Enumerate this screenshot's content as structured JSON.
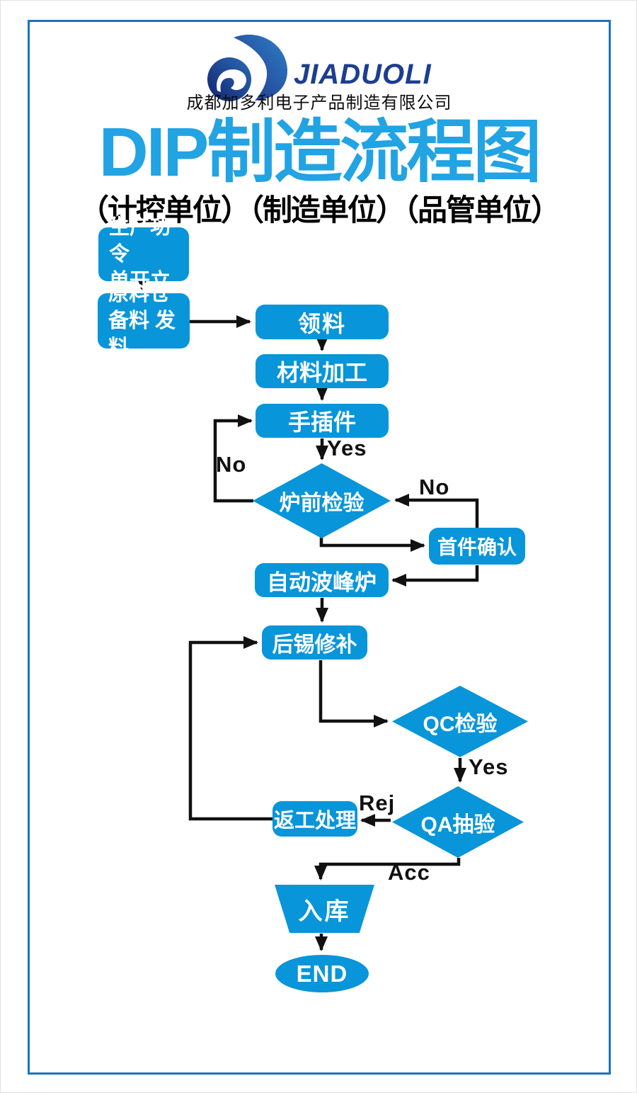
{
  "header": {
    "brand": "JIADUOLI",
    "company": "成都加多利电子产品制造有限公司",
    "title": "DIP制造流程图",
    "subtitle": "（计控单位）（制造单位）（品管单位）"
  },
  "colors": {
    "node_fill": "#0895d9",
    "title_blue": "#22a3e3",
    "frame_blue": "#1a73be",
    "logo_navy": "#1c3e92",
    "connector": "#111111"
  },
  "flowchart": {
    "nodes": [
      {
        "id": "start",
        "shape": "rounded-rect",
        "label": "生产功令\n单开立"
      },
      {
        "id": "material-prep",
        "shape": "rounded-rect",
        "label": "原料仓\n备料 发料"
      },
      {
        "id": "pick-material",
        "shape": "rounded-rect",
        "label": "领料"
      },
      {
        "id": "material-processing",
        "shape": "rounded-rect",
        "label": "材料加工"
      },
      {
        "id": "manual-insertion",
        "shape": "rounded-rect",
        "label": "手插件"
      },
      {
        "id": "pre-furnace-inspection",
        "shape": "diamond",
        "label": "炉前检验"
      },
      {
        "id": "first-article-confirm",
        "shape": "rounded-rect",
        "label": "首件确认"
      },
      {
        "id": "wave-soldering",
        "shape": "rounded-rect",
        "label": "自动波峰炉"
      },
      {
        "id": "solder-touchup",
        "shape": "rounded-rect",
        "label": "后锡修补"
      },
      {
        "id": "qc-inspection",
        "shape": "diamond",
        "label": "QC检验"
      },
      {
        "id": "qa-sampling",
        "shape": "diamond",
        "label": "QA抽验"
      },
      {
        "id": "rework",
        "shape": "rounded-rect",
        "label": "返工处理"
      },
      {
        "id": "warehouse-in",
        "shape": "trapezoid",
        "label": "入库"
      },
      {
        "id": "end",
        "shape": "ellipse",
        "label": "END"
      }
    ],
    "edges": [
      {
        "from": "start",
        "to": "material-prep",
        "label": ""
      },
      {
        "from": "material-prep",
        "to": "pick-material",
        "label": ""
      },
      {
        "from": "pick-material",
        "to": "material-processing",
        "label": ""
      },
      {
        "from": "material-processing",
        "to": "manual-insertion",
        "label": ""
      },
      {
        "from": "manual-insertion",
        "to": "pre-furnace-inspection",
        "label": "Yes"
      },
      {
        "from": "pre-furnace-inspection",
        "to": "manual-insertion",
        "label": "No"
      },
      {
        "from": "pre-furnace-inspection",
        "to": "first-article-confirm",
        "label": ""
      },
      {
        "from": "first-article-confirm",
        "to": "pre-furnace-inspection",
        "label": "No"
      },
      {
        "from": "first-article-confirm",
        "to": "wave-soldering",
        "label": ""
      },
      {
        "from": "wave-soldering",
        "to": "solder-touchup",
        "label": ""
      },
      {
        "from": "solder-touchup",
        "to": "qc-inspection",
        "label": ""
      },
      {
        "from": "qc-inspection",
        "to": "qa-sampling",
        "label": "Yes"
      },
      {
        "from": "qa-sampling",
        "to": "rework",
        "label": "Rej"
      },
      {
        "from": "rework",
        "to": "solder-touchup",
        "label": ""
      },
      {
        "from": "qa-sampling",
        "to": "warehouse-in",
        "label": "Acc"
      },
      {
        "from": "warehouse-in",
        "to": "end",
        "label": ""
      }
    ]
  }
}
